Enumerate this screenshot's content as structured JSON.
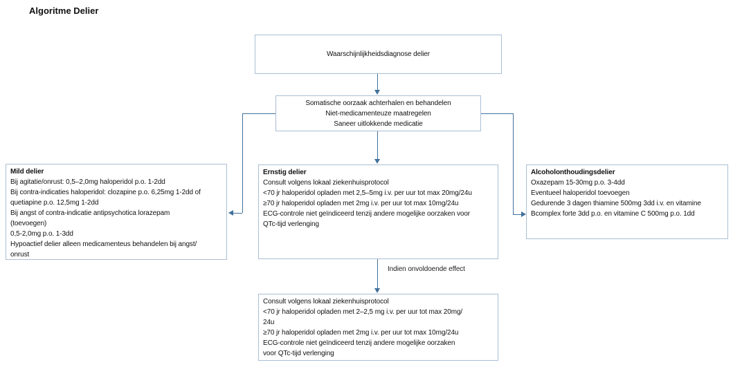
{
  "title": "Algoritme Delier",
  "colors": {
    "arrow": "#41719c",
    "box-border": "#a9bed3",
    "text": "#111111"
  },
  "boxes": {
    "diagnosis": {
      "lines": [
        "Waarschijnlijkheidsdiagnose delier"
      ]
    },
    "measures": {
      "lines": [
        "Somatische oorzaak achterhalen en behandelen",
        "Niet-medicamenteuze maatregelen",
        "Saneer uitlokkende medicatie"
      ]
    },
    "mild": {
      "title": "Mild delier",
      "lines": [
        "Bij agitatie/onrust: 0,5–2,0mg haloperidol p.o. 1-2dd",
        "Bij contra-indicaties haloperidol: clozapine p.o. 6,25mg 1-2dd of",
        "quetiapine p.o. 12,5mg 1-2dd",
        "Bij angst of contra-indicatie antipsychotica lorazepam",
        "(toevoegen)",
        "0,5-2,0mg p.o. 1-3dd",
        "Hypoactief delier alleen medicamenteus behandelen bij angst/",
        "onrust"
      ]
    },
    "ernstig": {
      "title": "Ernstig delier",
      "lines": [
        "Consult volgens lokaal ziekenhuisprotocol",
        "<70 jr haloperidol opladen met 2,5–5mg i.v. per uur tot max 20mg/24u",
        "≥70 jr haloperidol opladen met 2mg i.v. per uur tot max 10mg/24u",
        "ECG-controle niet geïndiceerd tenzij andere mogelijke oorzaken voor",
        "QTc-tijd verlenging"
      ]
    },
    "alcohol": {
      "title": "Alcoholonthoudingsdelier",
      "lines": [
        "Oxazepam 15-30mg p.o. 3-4dd",
        "Eventueel haloperidol toevoegen",
        "Gedurende 3 dagen thiamine 500mg 3dd i.v. en vitamine",
        "Bcomplex forte 3dd p.o. en vitamine C 500mg p.o. 1dd"
      ]
    },
    "escalation": {
      "lines": [
        "Consult volgens lokaal ziekenhuisprotocol",
        "<70 jr haloperidol opladen met 2–2,5 mg i.v. per uur tot max 20mg/",
        "24u",
        "≥70 jr haloperidol opladen met 2mg i.v. per uur tot max 10mg/24u",
        "ECG-controle niet geïndiceerd tenzij andere mogelijke oorzaken",
        "voor QTc-tijd verlenging"
      ]
    }
  },
  "labels": {
    "insufficient_effect": "Indien onvoldoende effect"
  }
}
